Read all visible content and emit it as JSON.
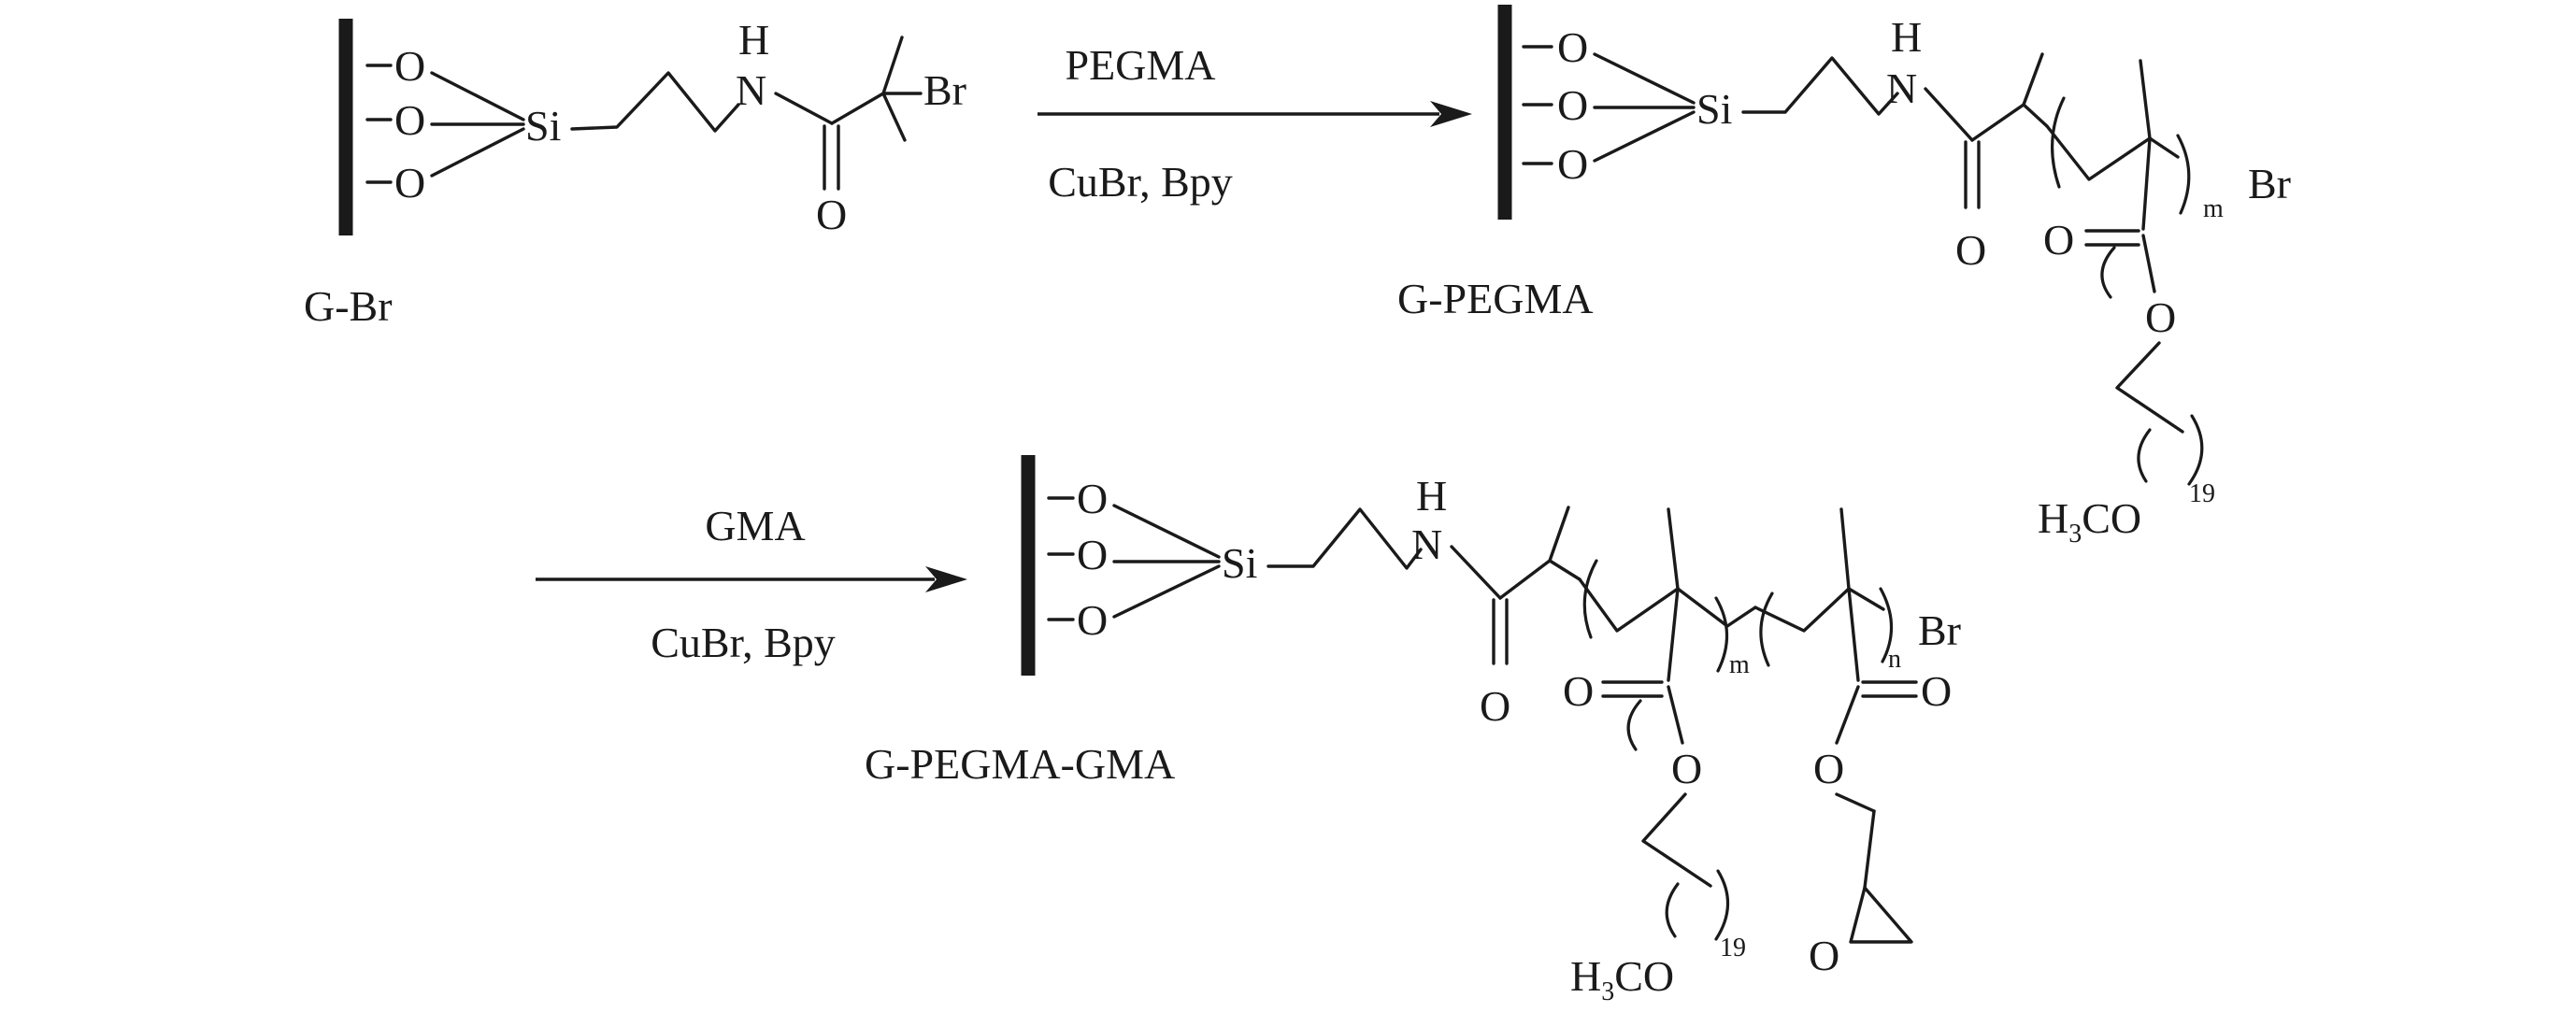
{
  "reaction_1": {
    "reagent_above": "PEGMA",
    "reagent_below": "CuBr, Bpy"
  },
  "reaction_2": {
    "reagent_above": "GMA",
    "reagent_below": "CuBr, Bpy"
  },
  "compounds": [
    {
      "label": "G-Br"
    },
    {
      "label": "G-PEGMA"
    },
    {
      "label": "G-PEGMA-GMA"
    }
  ],
  "atoms": {
    "oxygen": "O",
    "silicon": "Si",
    "nitrogen": "N",
    "hydrogen": "H",
    "bromine": "Br",
    "methoxy_prefix": "H",
    "methoxy_count": "3",
    "methoxy_suffix": "CO"
  },
  "repeat_units": {
    "peg_count": "19",
    "pegma_index": "m",
    "gma_index": "n"
  },
  "colors": {
    "ink": "#1a1a1a",
    "background": "#ffffff"
  }
}
